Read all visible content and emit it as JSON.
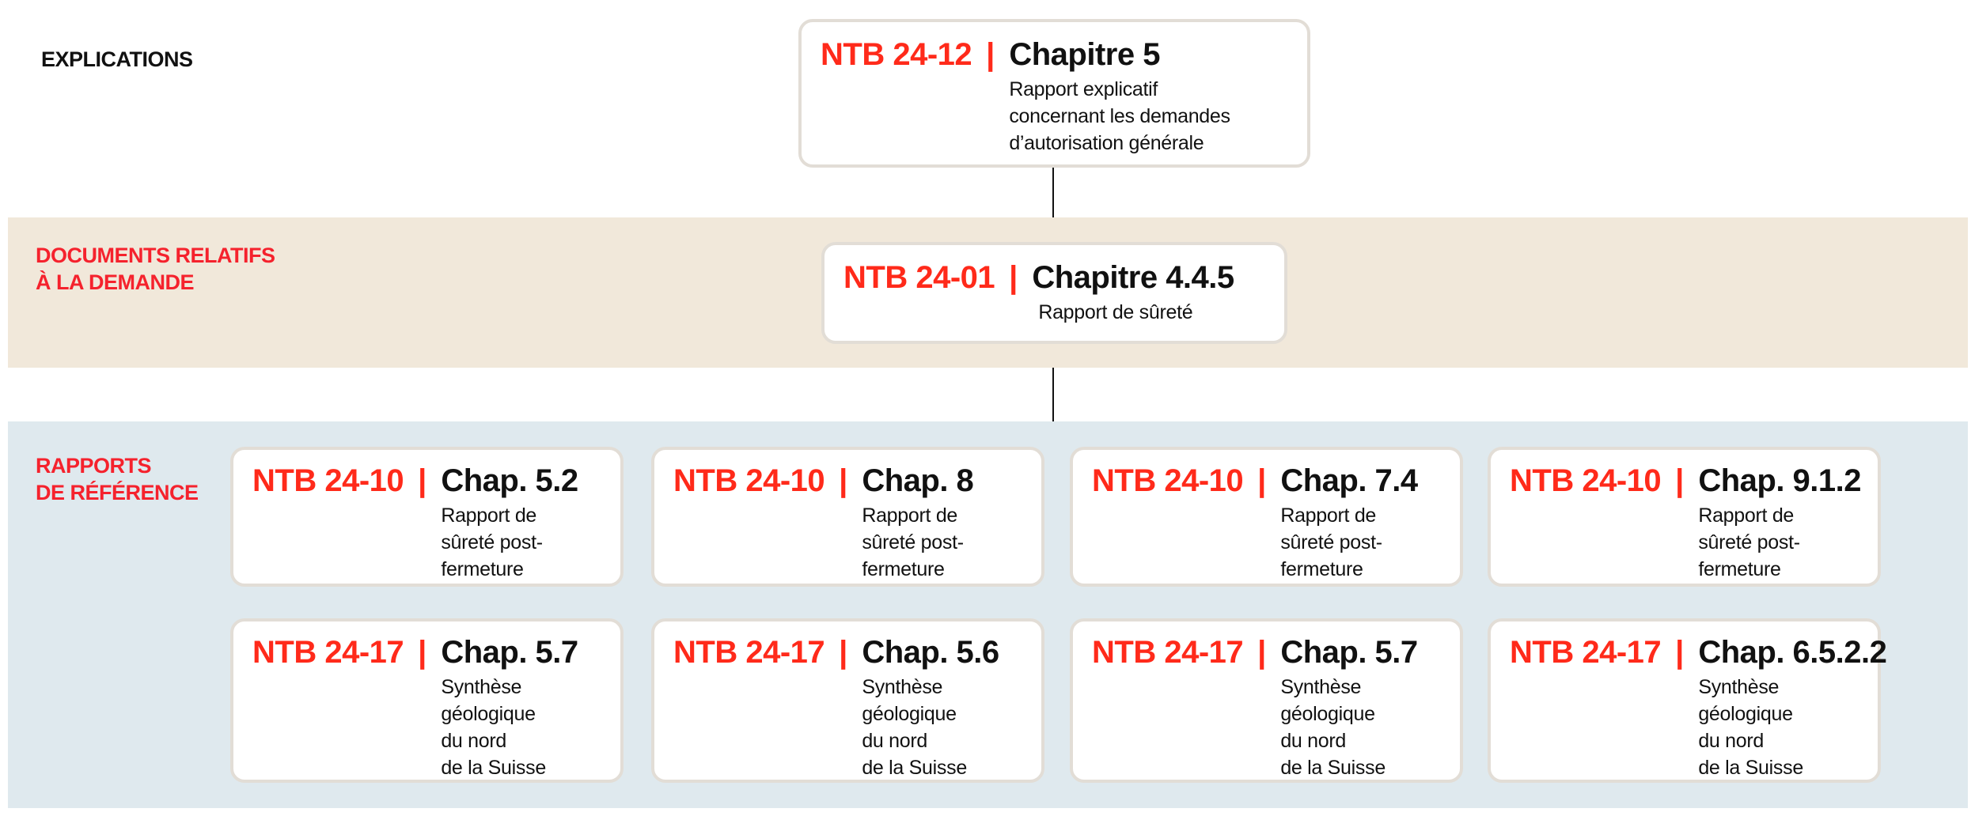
{
  "sections": {
    "explications": "EXPLICATIONS",
    "documents": "DOCUMENTS RELATIFS\nÀ LA DEMANDE",
    "rapports": "RAPPORTS\nDE RÉFÉRENCE"
  },
  "top_card": {
    "code": "NTB 24-12",
    "sep": "|",
    "chapter": "Chapitre 5",
    "description": "Rapport explicatif\nconcernant les demandes\nd’autorisation générale"
  },
  "middle_card": {
    "code": "NTB 24-01",
    "sep": "|",
    "chapter": "Chapitre 4.4.5",
    "description": "Rapport de sûreté"
  },
  "reference_cards": [
    {
      "code": "NTB 24-10",
      "sep": "|",
      "chapter": "Chap. 5.2",
      "description": "Rapport de\nsûreté post-\nfermeture"
    },
    {
      "code": "NTB 24-10",
      "sep": "|",
      "chapter": "Chap. 8",
      "description": "Rapport de\nsûreté post-\nfermeture"
    },
    {
      "code": "NTB 24-10",
      "sep": "|",
      "chapter": "Chap. 7.4",
      "description": "Rapport de\nsûreté post-\nfermeture"
    },
    {
      "code": "NTB 24-10",
      "sep": "|",
      "chapter": "Chap. 9.1.2",
      "description": "Rapport de\nsûreté post-\nfermeture"
    },
    {
      "code": "NTB 24-17",
      "sep": "|",
      "chapter": "Chap. 5.7",
      "description": "Synthèse\ngéologique\ndu nord\nde la Suisse"
    },
    {
      "code": "NTB 24-17",
      "sep": "|",
      "chapter": "Chap. 5.6",
      "description": "Synthèse\ngéologique\ndu nord\nde la Suisse"
    },
    {
      "code": "NTB 24-17",
      "sep": "|",
      "chapter": "Chap. 5.7",
      "description": "Synthèse\ngéologique\ndu nord\nde la Suisse"
    },
    {
      "code": "NTB 24-17",
      "sep": "|",
      "chapter": "Chap. 6.5.2.2",
      "description": "Synthèse\ngéologique\ndu nord\nde la Suisse"
    }
  ],
  "colors": {
    "accent": "#ff2a1a",
    "beige_band": "#f1e8da",
    "blue_band": "#dfe9ee",
    "card_border": "#e2ddd6"
  }
}
